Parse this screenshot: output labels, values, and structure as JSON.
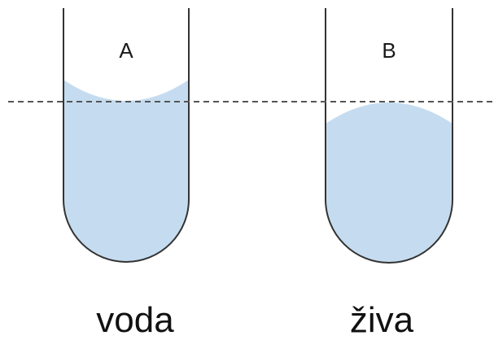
{
  "tubes": [
    {
      "label": "A",
      "caption": "voda"
    },
    {
      "label": "B",
      "caption": "živa"
    }
  ],
  "colors": {
    "liquid": "#c5dcf0",
    "outline": "#333333",
    "reference_line": "#555555"
  }
}
